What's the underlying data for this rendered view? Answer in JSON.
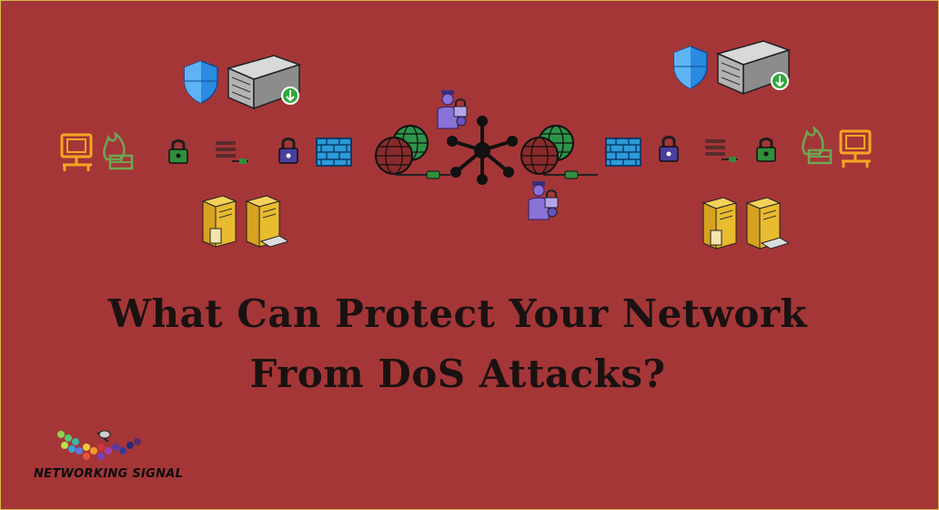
{
  "headline": {
    "line1": "What Can Protect Your Network",
    "line2": "From DoS Attacks?"
  },
  "brand": {
    "name": "NETWORKING SIGNAL"
  },
  "colors": {
    "background": "#a43638",
    "border": "#d9b84e",
    "text": "#1a1211"
  },
  "icons": [
    "shield-icon",
    "rack-server-icon",
    "monitor-icon",
    "fire-wall-icon",
    "padlock-icon",
    "router-switch-icon",
    "brick-firewall-icon",
    "globe-icon",
    "hub-icon",
    "security-guard-icon",
    "tower-server-icon",
    "cable-icon",
    "brand-logo"
  ]
}
